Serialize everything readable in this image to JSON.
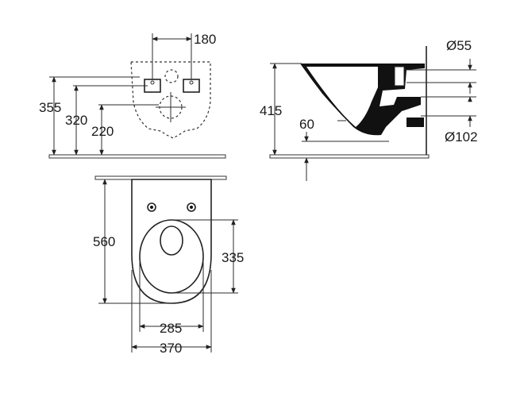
{
  "dimensions": {
    "top": [
      "180",
      "355",
      "320",
      "220"
    ],
    "side": [
      "415",
      "60",
      "Ø55",
      "Ø102"
    ],
    "plan": [
      "560",
      "335",
      "285",
      "370"
    ]
  }
}
